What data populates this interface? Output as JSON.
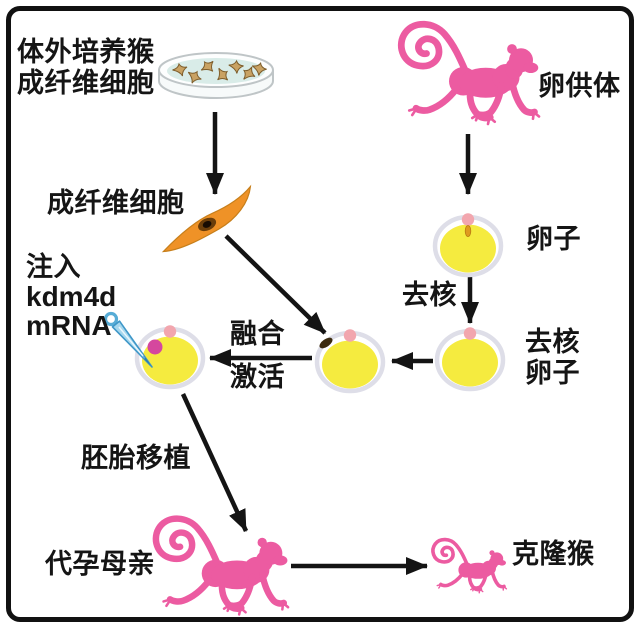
{
  "labels": {
    "cultured_cells_line1": "体外培养猴",
    "cultured_cells_line2": "成纤维细胞",
    "fibroblast": "成纤维细胞",
    "egg_donor": "卵供体",
    "egg": "卵子",
    "enucleation": "去核",
    "enucleated_egg_line1": "去核",
    "enucleated_egg_line2": "卵子",
    "fusion": "融合",
    "activation": "激活",
    "inject_line1": "注入",
    "inject_line2": "kdm4d",
    "inject_line3": "mRNA",
    "embryo_transfer": "胚胎移植",
    "surrogate_mother": "代孕母亲",
    "cloned_monkey": "克隆猴"
  },
  "icons": {
    "petri_dish": "culture dish with fibroblast cells",
    "fibroblast_cell": "orange spindle-shaped fibroblast with dark nucleus",
    "egg_donor_monkey": "pink monkey silhouette with spiral tail",
    "egg_cell": "yellow oocyte with pink polar body and nucleus spot",
    "enucleated_egg_cell": "yellow oocyte without nucleus",
    "fused_egg_cell": "yellow oocyte with inserted dark donor cell",
    "injected_egg_cell": "yellow oocyte with magenta nucleus being injected",
    "injection_needle": "light-blue microinjection needle",
    "surrogate_monkey": "large pink monkey silhouette",
    "cloned_monkey": "small pink monkey silhouette",
    "arrows": "black process-flow arrows"
  },
  "colors": {
    "monkey_pink": "#EC5BA1",
    "egg_yellow": "#F5EB3F",
    "zona_ring": "#DEDEE8",
    "polar_body": "#F2A6AE",
    "nucleus_magenta": "#D5479E",
    "donor_cell_dark": "#3C2B10",
    "spindle_dot_orange": "#DF9A1F",
    "fibroblast_orange": "#EF9227",
    "fibroblast_nucleus": "#6B3E0A",
    "needle_blue": "#A6D7EE",
    "needle_outline": "#3E97C8",
    "dish_liquid": "#D9ECE8",
    "dish_cell_tan": "#C9A263",
    "arrow_black": "#141414",
    "text_black": "#151515",
    "border_black": "#111111"
  }
}
